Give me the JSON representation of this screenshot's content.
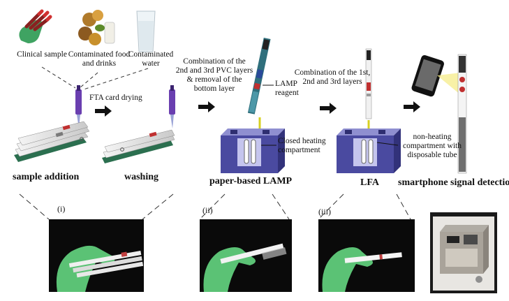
{
  "sources": {
    "clinical": "Clinical sample",
    "food": "Contaminated food\nand drinks",
    "water": "Contaminated\nwater"
  },
  "steps": {
    "fta": "FTA card drying",
    "combine_2_3": "Combination of the\n2nd and 3rd PVC layers\n& removal of the\nbottom layer",
    "lamp_reagent": "LAMP\nreagent",
    "closed_heating": "Closed heating\ncompartment",
    "combine_1_2_3": "Combination of the 1st,\n2nd and 3rd layers",
    "non_heating": "non-heating\ncompartment with\ndisposable tube"
  },
  "stages": {
    "sample_addition": "sample addition",
    "washing": "washing",
    "paper_lamp": "paper-based LAMP",
    "lfa": "LFA",
    "smartphone": "smartphone signal detection"
  },
  "photo_labels": [
    "(i)",
    "(ii)",
    "(iii)"
  ],
  "colors": {
    "device": "#4a4aa0",
    "device_light": "#8f8fd0",
    "pipette": "#6a3fb0",
    "arrow": "#111111",
    "glove": "#5bc275"
  }
}
